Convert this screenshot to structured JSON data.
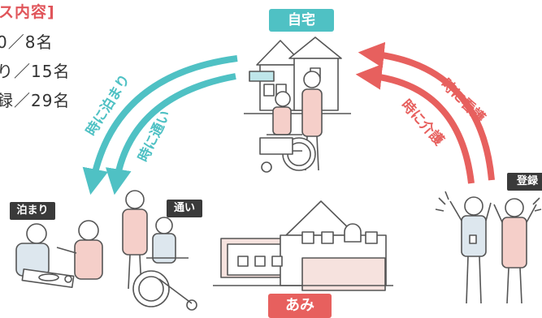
{
  "services": {
    "title": "ス内容]",
    "lines": [
      "0／8名",
      "り／15名",
      "録／29名"
    ]
  },
  "labels": {
    "home": "自宅",
    "brand": "あみ",
    "stay": "泊まり",
    "day": "通い",
    "registered": "登録"
  },
  "arrows": {
    "teal_outer": "時に泊まり",
    "teal_inner": "時に通い",
    "red_outer": "時に看護",
    "red_inner": "時に介護"
  },
  "colors": {
    "teal": "#4fc1c4",
    "red": "#e7605e",
    "dark_tag": "#3a3a3a",
    "line": "#555555"
  }
}
